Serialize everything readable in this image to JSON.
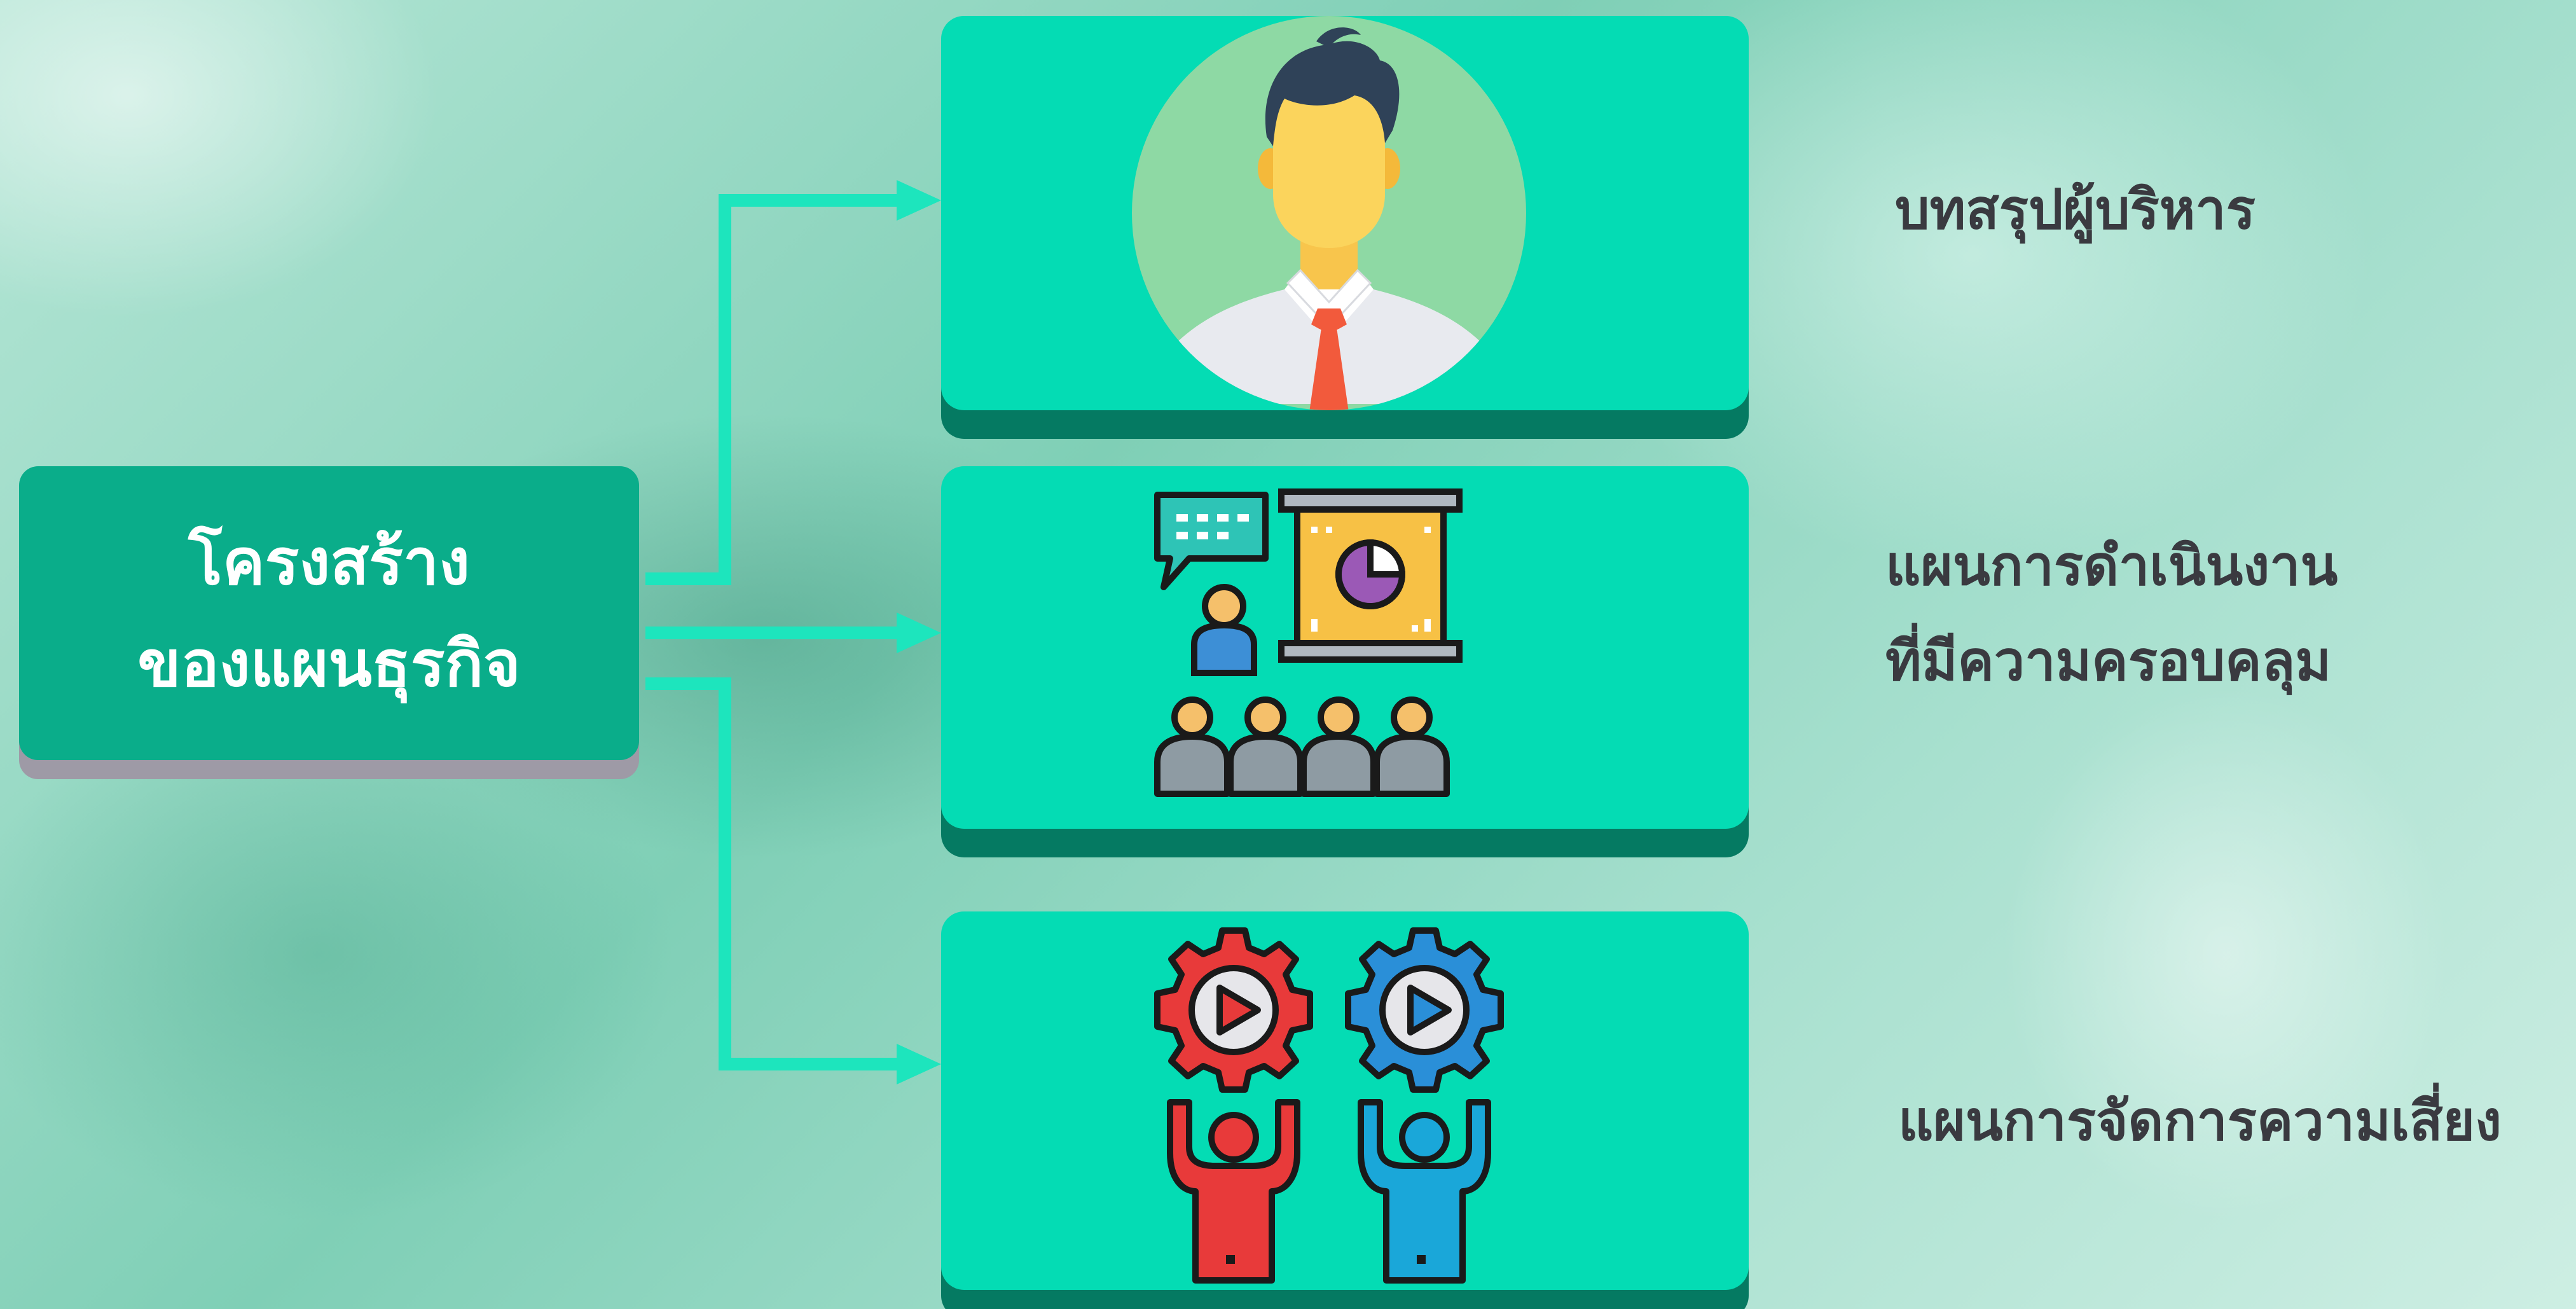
{
  "root": {
    "line1": "โครงสร้าง",
    "line2": "ของแผนธุรกิจ"
  },
  "branches": [
    {
      "label": "บทสรุปผู้บริหาร",
      "icon": "executive-person-icon"
    },
    {
      "label_line1": "แผนการดำเนินงาน",
      "label_line2": "ที่มีความครอบคลุม",
      "icon": "presentation-audience-icon"
    },
    {
      "label": "แผนการจัดการความเสี่ยง",
      "icon": "gears-people-icon"
    }
  ],
  "colors": {
    "root_box": "#0aad8a",
    "card": "#04dcb4",
    "card_shadow": "#057a62",
    "connector": "#1de5bd",
    "label_text": "#3a3a40"
  }
}
